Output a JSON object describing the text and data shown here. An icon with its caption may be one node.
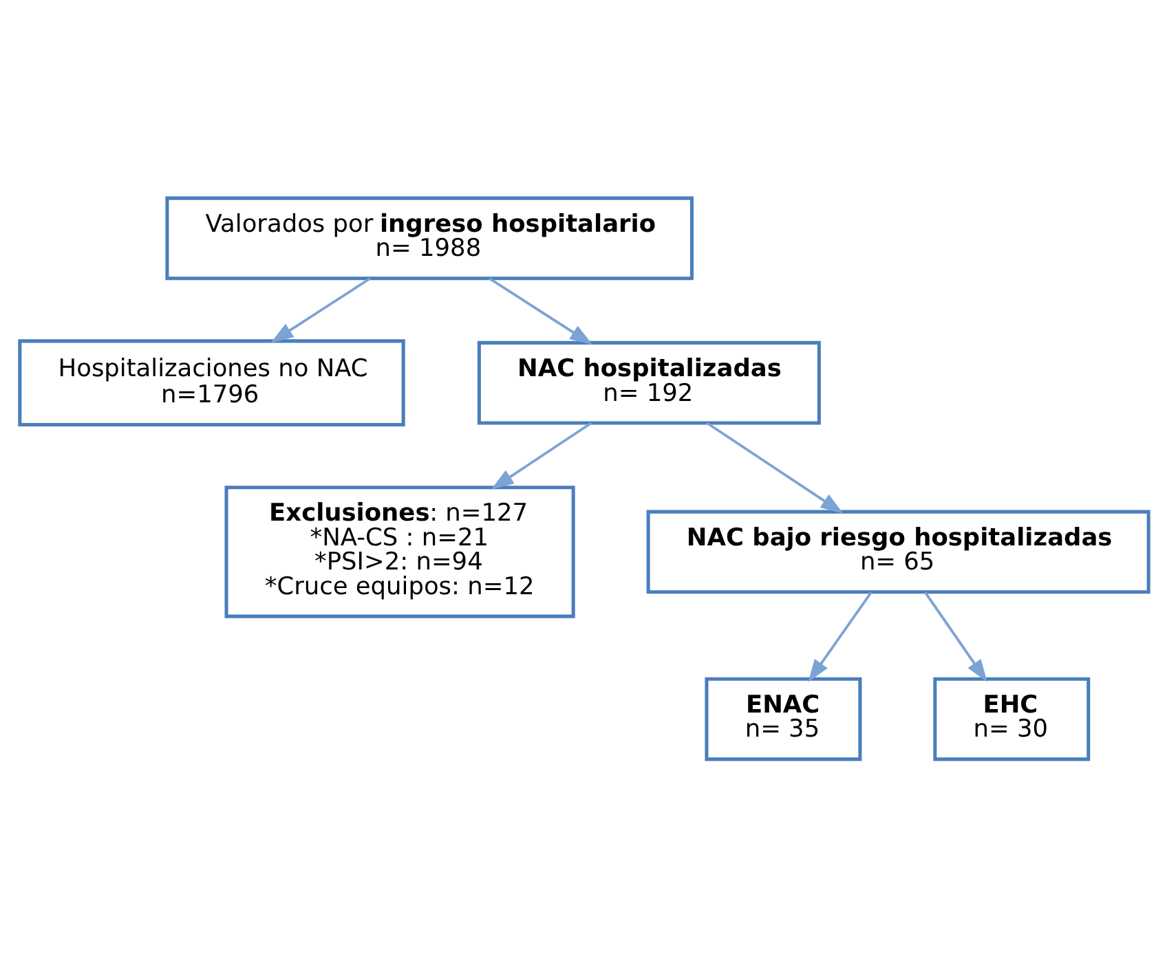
{
  "diagram": {
    "nodes": [
      {
        "text": [
          "Valorados por **ingreso hospitalario**",
          "n= 1988"
        ]
      },
      {
        "text": [
          "Hospitalizaciones no NAC",
          "n=1796"
        ]
      },
      {
        "text": [
          "NAC hospitalizadas",
          "n= 192"
        ]
      },
      {
        "text": [
          "**Exclusiones**: n=127",
          "*NA-CS : n=21",
          "*PSI>2: n=94",
          "*Cruce equipos: n=12"
        ]
      },
      {
        "text": [
          "NAC bajo riesgo hospitalizadas",
          "n= 65"
        ]
      },
      {
        "text": [
          "ENAC",
          "n= 35"
        ]
      },
      {
        "text": [
          "EHC",
          "n= 30"
        ]
      }
    ],
    "edges": [
      {
        "from": 0,
        "to": 2,
        "arrow": "to"
      },
      {
        "from": 0,
        "to": 1,
        "arrow": "to"
      },
      {
        "from": 2,
        "to": 4,
        "arrow": "to"
      },
      {
        "from": 2,
        "to": 3,
        "arrow": "to"
      },
      {
        "from": 4,
        "to": 5,
        "arrow": "to"
      },
      {
        "from": 4,
        "to": 6,
        "arrow": "to"
      }
    ]
  }
}
